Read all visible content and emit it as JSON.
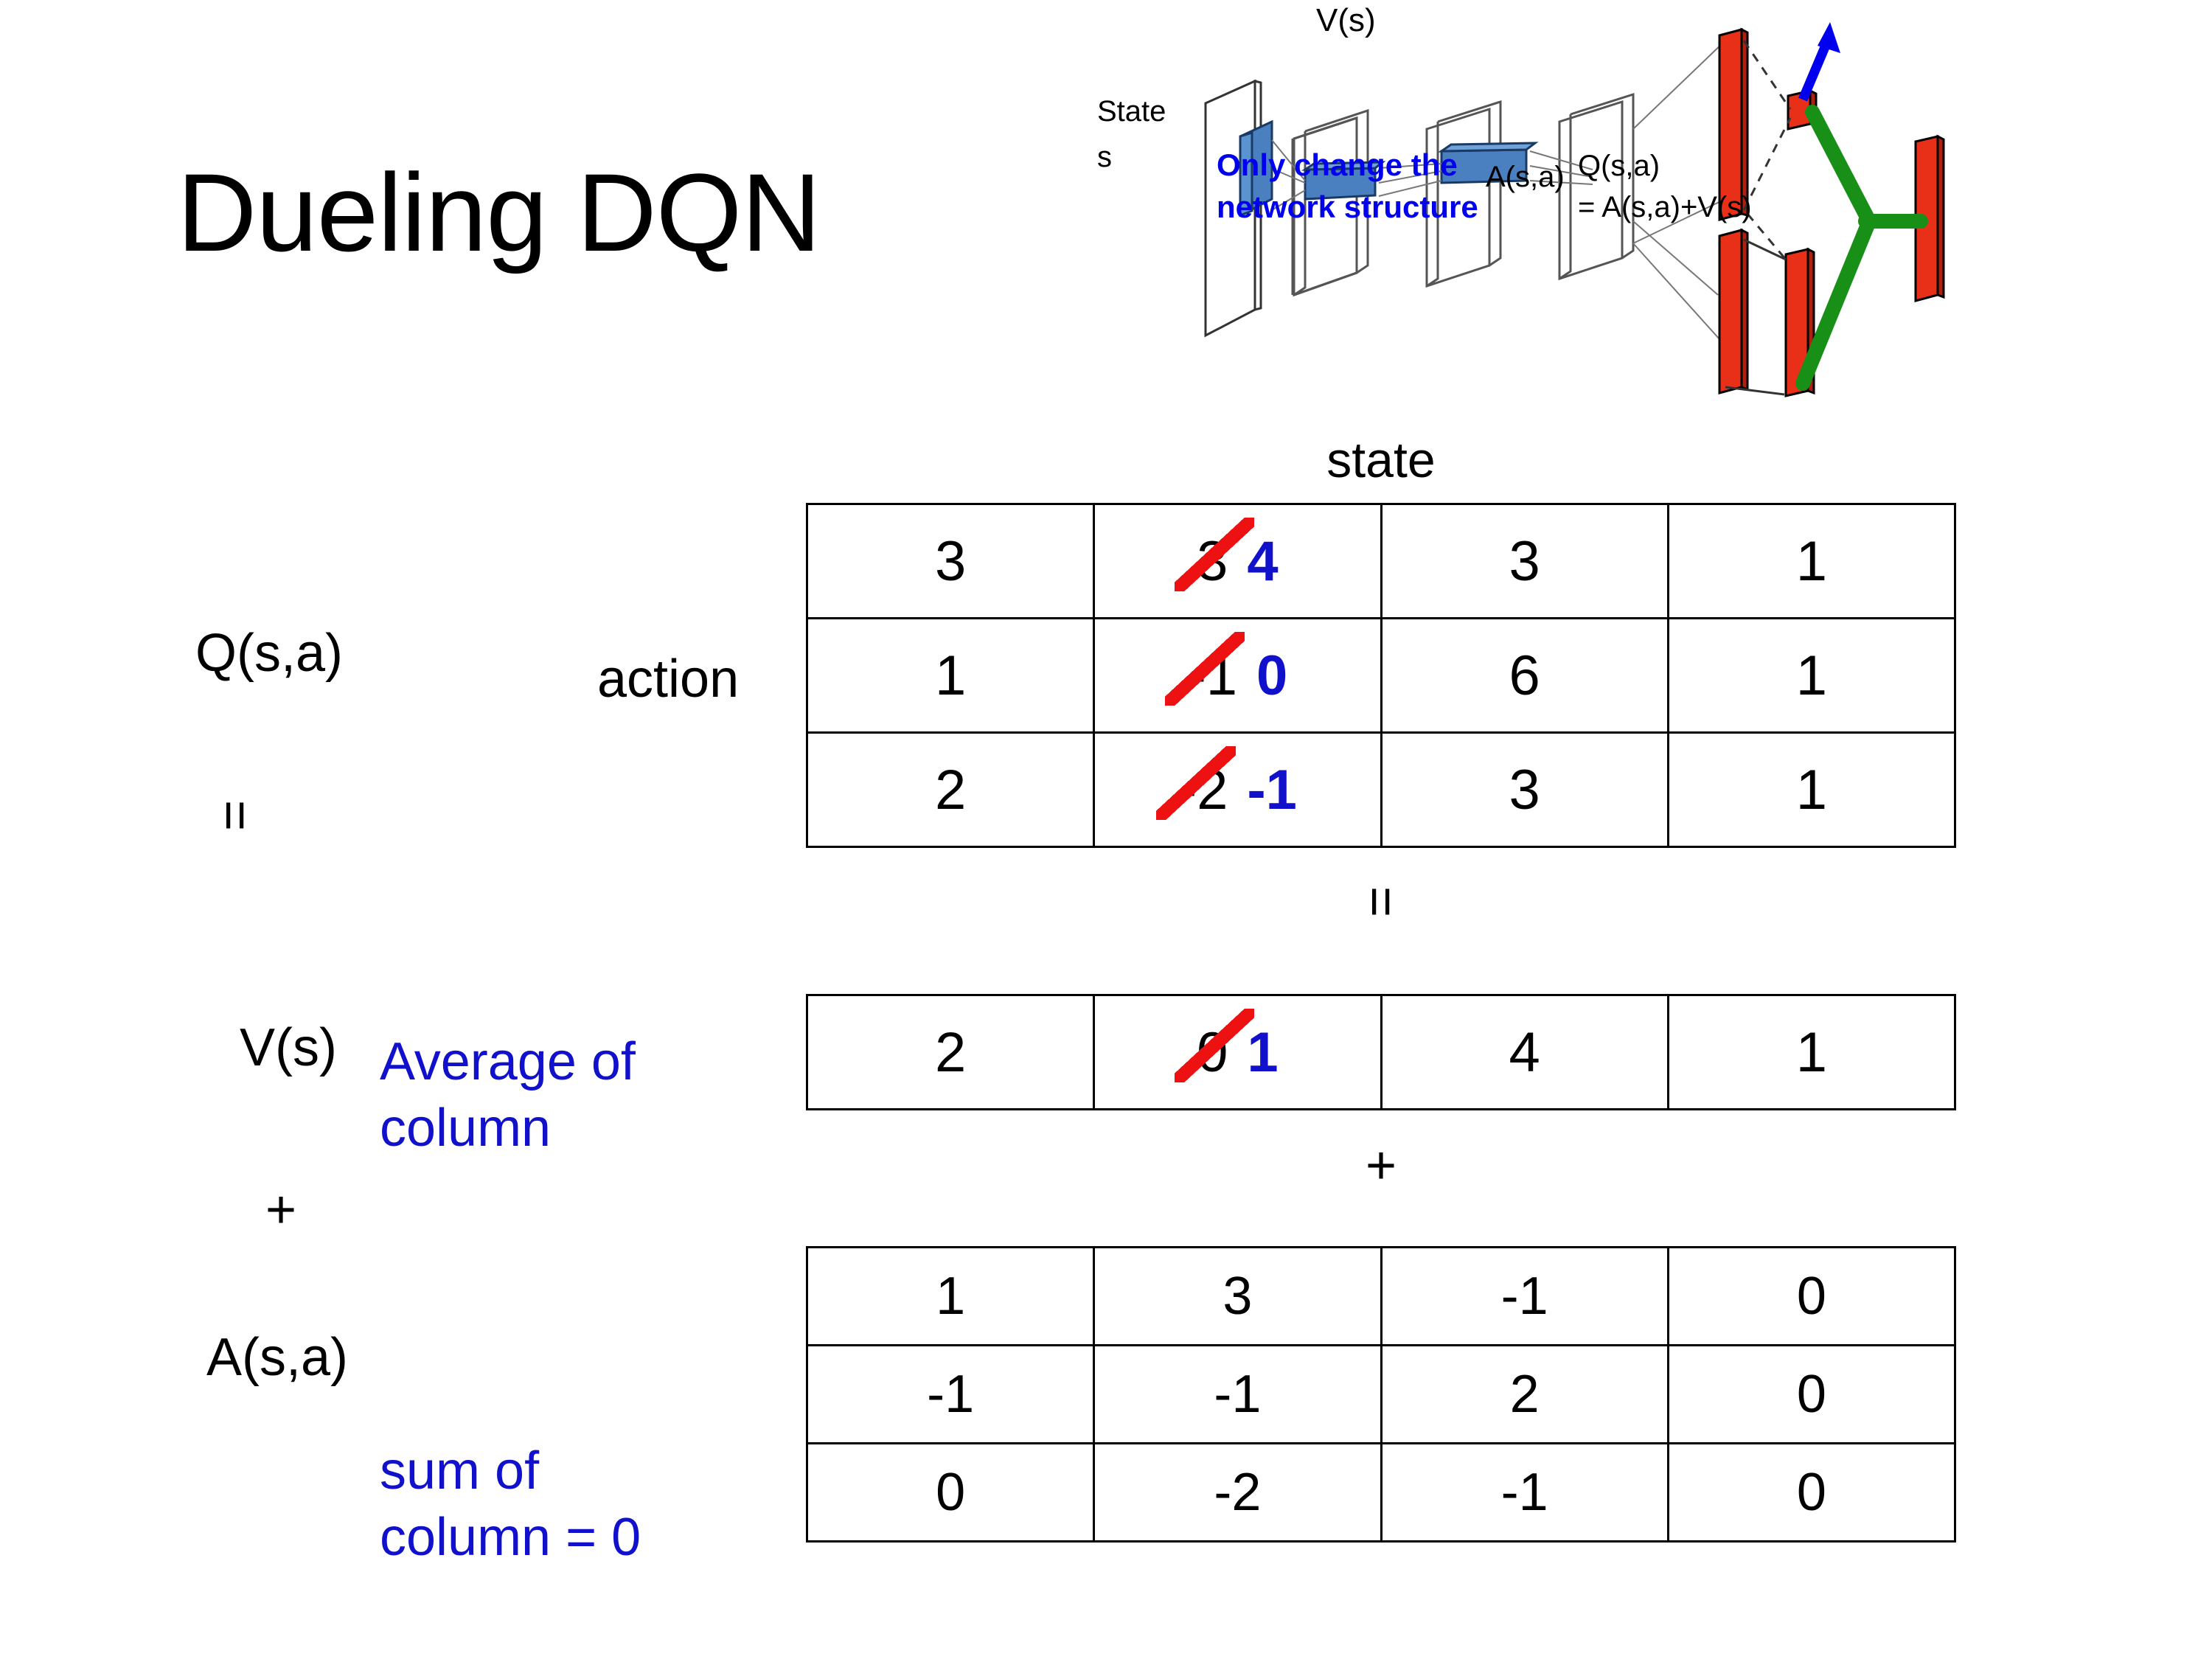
{
  "slide": {
    "title": "Dueling DQN"
  },
  "diagram": {
    "state_label": "State\ns",
    "state_label_line1": "State",
    "state_label_line2": "s",
    "value_output_label": "V(s)",
    "advantage_output_label": "A(s,a)",
    "q_output_label_line1": "Q(s,a)",
    "q_output_label_line2": "= A(s,a)+V(s)",
    "note_line1": "Only change the",
    "note_line2": "network structure",
    "colors": {
      "note_text": "#0000EE",
      "value_arrow": "#0000EE",
      "combine_link": "#189018",
      "output_bar": "#E83018",
      "conv_block": "#4A80C0"
    }
  },
  "labels": {
    "state_caption": "state",
    "q_label": "Q(s,a)",
    "action_label": "action",
    "equals_left": "=",
    "v_label": "V(s)",
    "average_note_line1": "Average of",
    "average_note_line2": "column",
    "plus_left": "+",
    "a_label": "A(s,a)",
    "sum_note_line1": "sum of",
    "sum_note_line2": "column = 0",
    "equals_between_tables": "=",
    "plus_between_tables": "+",
    "note_color": "#1111CC"
  },
  "tables": {
    "q_table": {
      "name": "Q(s,a)",
      "rows": [
        [
          {
            "value": "3"
          },
          {
            "value": "3",
            "struck": true,
            "corrected": "4"
          },
          {
            "value": "3"
          },
          {
            "value": "1"
          }
        ],
        [
          {
            "value": "1"
          },
          {
            "value": "-1",
            "struck": true,
            "corrected": "0"
          },
          {
            "value": "6"
          },
          {
            "value": "1"
          }
        ],
        [
          {
            "value": "2"
          },
          {
            "value": "-2",
            "struck": true,
            "corrected": "-1"
          },
          {
            "value": "3"
          },
          {
            "value": "1"
          }
        ]
      ]
    },
    "v_table": {
      "name": "V(s)",
      "rows": [
        [
          {
            "value": "2"
          },
          {
            "value": "0",
            "struck": true,
            "corrected": "1"
          },
          {
            "value": "4"
          },
          {
            "value": "1"
          }
        ]
      ]
    },
    "a_table": {
      "name": "A(s,a)",
      "rows": [
        [
          {
            "value": "1"
          },
          {
            "value": "3"
          },
          {
            "value": "-1"
          },
          {
            "value": "0"
          }
        ],
        [
          {
            "value": "-1"
          },
          {
            "value": "-1"
          },
          {
            "value": "2"
          },
          {
            "value": "0"
          }
        ],
        [
          {
            "value": "0"
          },
          {
            "value": "-2"
          },
          {
            "value": "-1"
          },
          {
            "value": "0"
          }
        ]
      ]
    }
  }
}
